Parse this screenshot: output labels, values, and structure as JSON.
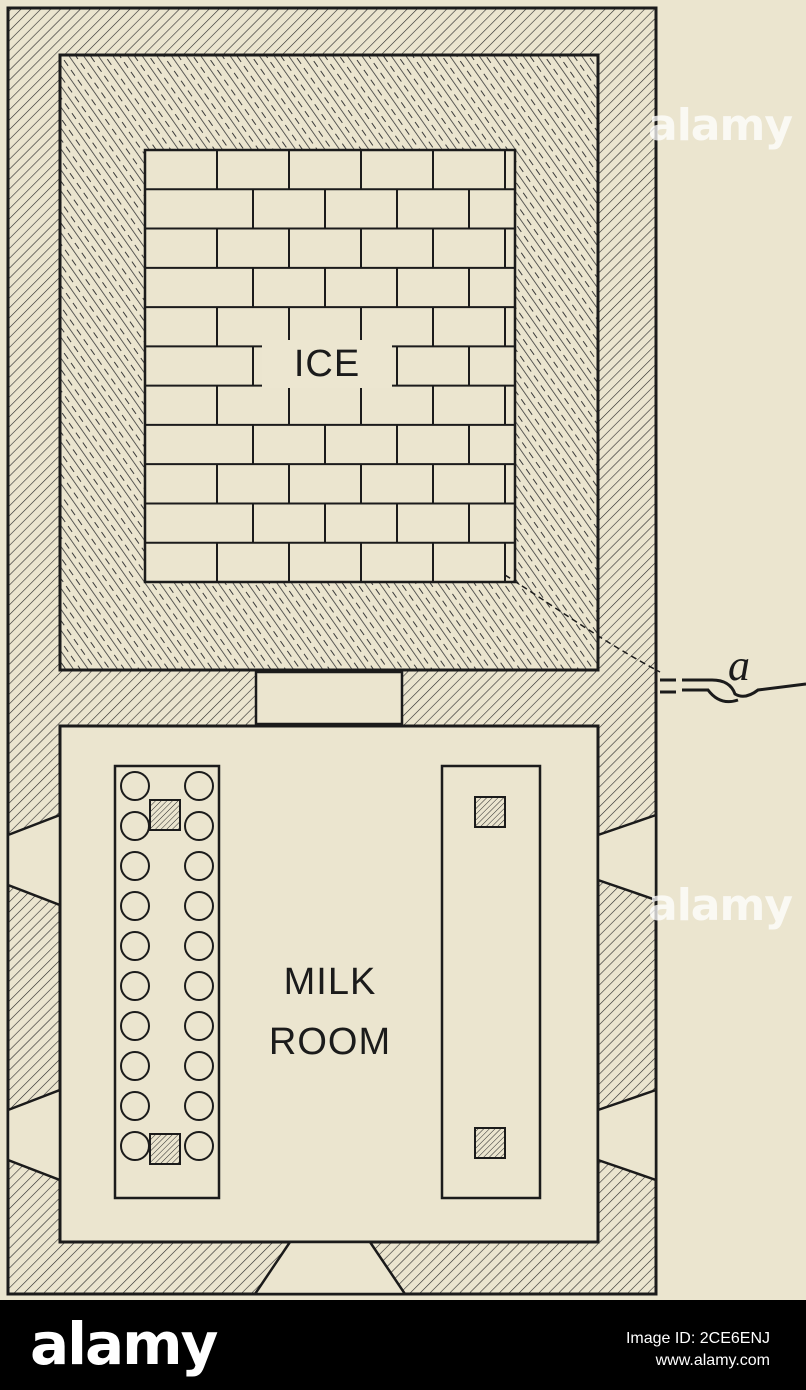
{
  "diagram": {
    "labels": {
      "ice": "ICE",
      "milk_room_line1": "MILK",
      "milk_room_line2": "ROOM",
      "pipe_marker": "a"
    },
    "colors": {
      "paper": "#ebe5cf",
      "ink": "#1b1b1b"
    }
  },
  "watermark": {
    "text": "alamy"
  },
  "footer": {
    "brand": "alamy",
    "image_code": "Image ID: 2CE6ENJ",
    "site": "www.alamy.com"
  }
}
